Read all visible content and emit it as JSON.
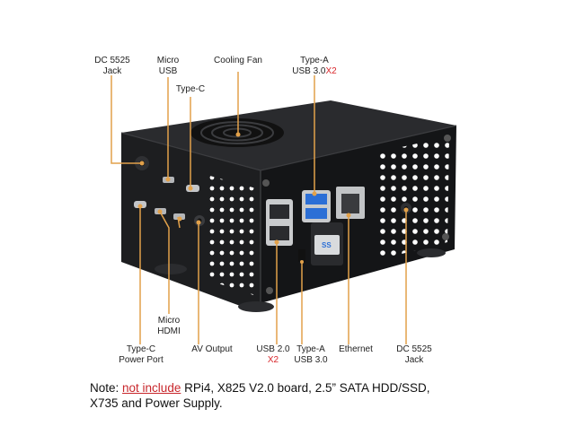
{
  "labels": {
    "dc_jack_left": [
      "DC 5525",
      "Jack"
    ],
    "micro_usb": [
      "Micro",
      "USB"
    ],
    "cooling_fan": "Cooling Fan",
    "type_a_usb30_top": {
      "line1": "Type-A",
      "line2": "USB 3.0",
      "suffix": "X2"
    },
    "type_c": "Type-C",
    "micro_hdmi": [
      "Micro",
      "HDMI"
    ],
    "type_c_power": [
      "Type-C",
      "Power Port"
    ],
    "av_output": "AV Output",
    "usb20": {
      "line1": "USB 2.0",
      "suffix": "X2"
    },
    "type_a_usb30_bottom": [
      "Type-A",
      "USB 3.0"
    ],
    "ethernet": "Ethernet",
    "dc_jack_right": [
      "DC 5525",
      "Jack"
    ]
  },
  "note": {
    "prefix": "Note: ",
    "highlight": "not include",
    "rest_line1": " RPi4, X825 V2.0 board, 2.5” SATA HDD/SSD,",
    "line2": "X735 and Power Supply."
  },
  "usb3_logo_text": "SS",
  "colors": {
    "case": "#1b1c1e",
    "accent_red": "#d8262b",
    "pointer": "#e2a14a",
    "usb3_blue": "#2c6fd6"
  }
}
